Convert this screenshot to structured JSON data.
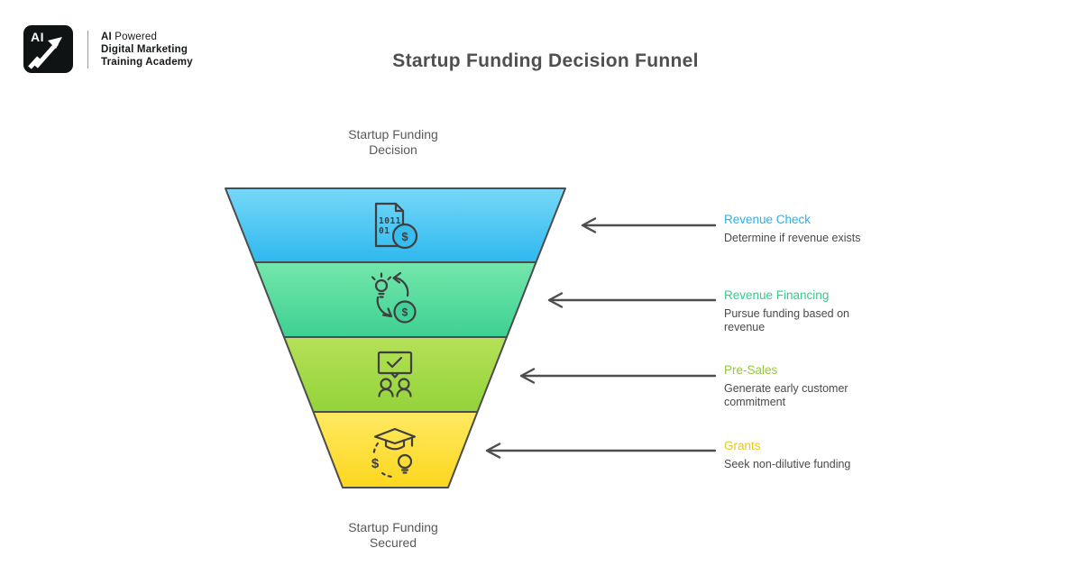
{
  "page": {
    "title": "Startup Funding Decision Funnel",
    "background": "#ffffff"
  },
  "logo": {
    "badge_text": "AI",
    "tagline_prefix": "AI",
    "tagline_rest": " Powered",
    "line2": "Digital Marketing",
    "line3": "Training Academy"
  },
  "funnel": {
    "top_label_line1": "Startup Funding",
    "top_label_line2": "Decision",
    "bottom_label_line1": "Startup Funding",
    "bottom_label_line2": "Secured",
    "outline_color": "#4d4d4d",
    "arrow_color": "#4d4d4d",
    "icon_glyphs": {
      "binary_row1": "1011",
      "binary_row2": "01",
      "dollar": "$"
    },
    "stages": [
      {
        "name": "Revenue Check",
        "description": "Determine if revenue exists",
        "accent": "#2cb0e8",
        "fill_top": "#76d8f8",
        "fill_bottom": "#2eb8ee",
        "icon": "binary-document-dollar-icon"
      },
      {
        "name": "Revenue Financing",
        "description": "Pursue funding based on revenue",
        "accent": "#33cc8c",
        "fill_top": "#74e7ac",
        "fill_bottom": "#3ed092",
        "icon": "idea-money-exchange-icon"
      },
      {
        "name": "Pre-Sales",
        "description": "Generate early customer commitment",
        "accent": "#94c93d",
        "fill_top": "#b5e157",
        "fill_bottom": "#93d33b",
        "icon": "customer-commitment-icon"
      },
      {
        "name": "Grants",
        "description": "Seek non-dilutive funding",
        "accent": "#e9c51f",
        "fill_top": "#fee963",
        "fill_bottom": "#fdd71d",
        "icon": "education-grant-icon"
      }
    ]
  }
}
